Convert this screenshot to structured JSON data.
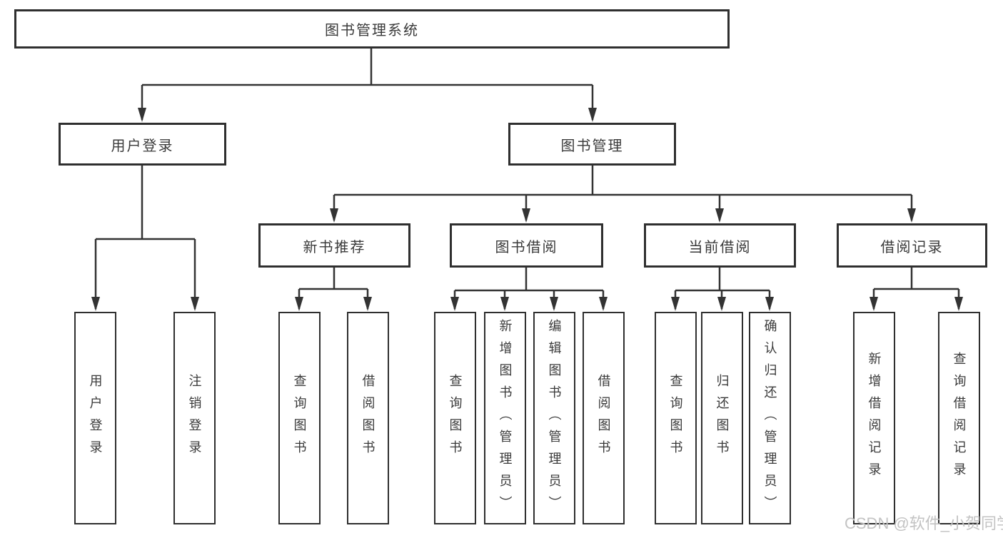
{
  "diagram_type": "hierarchy",
  "colors": {
    "line": "#333333",
    "box_border": "#2f2f2f",
    "box_background": "#ffffff",
    "text": "#3a3a3a",
    "watermark": "#c3c3c3"
  },
  "tree": {
    "label": "图书管理系统",
    "children": [
      {
        "label": "用户登录",
        "children": [
          {
            "label": "用户登录"
          },
          {
            "label": "注销登录"
          }
        ]
      },
      {
        "label": "图书管理",
        "children": [
          {
            "label": "新书推荐",
            "children": [
              {
                "label": "查询图书"
              },
              {
                "label": "借阅图书"
              }
            ]
          },
          {
            "label": "图书借阅",
            "children": [
              {
                "label": "查询图书"
              },
              {
                "label": "新增图书（管理员）"
              },
              {
                "label": "编辑图书（管理员）"
              },
              {
                "label": "借阅图书"
              }
            ]
          },
          {
            "label": "当前借阅",
            "children": [
              {
                "label": "查询图书"
              },
              {
                "label": "归还图书"
              },
              {
                "label": "确认归还（管理员）"
              }
            ]
          },
          {
            "label": "借阅记录",
            "children": [
              {
                "label": "新增借阅记录"
              },
              {
                "label": "查询借阅记录"
              }
            ]
          }
        ]
      }
    ]
  },
  "watermark": {
    "text": "CSDN @软件_小贺同学"
  }
}
